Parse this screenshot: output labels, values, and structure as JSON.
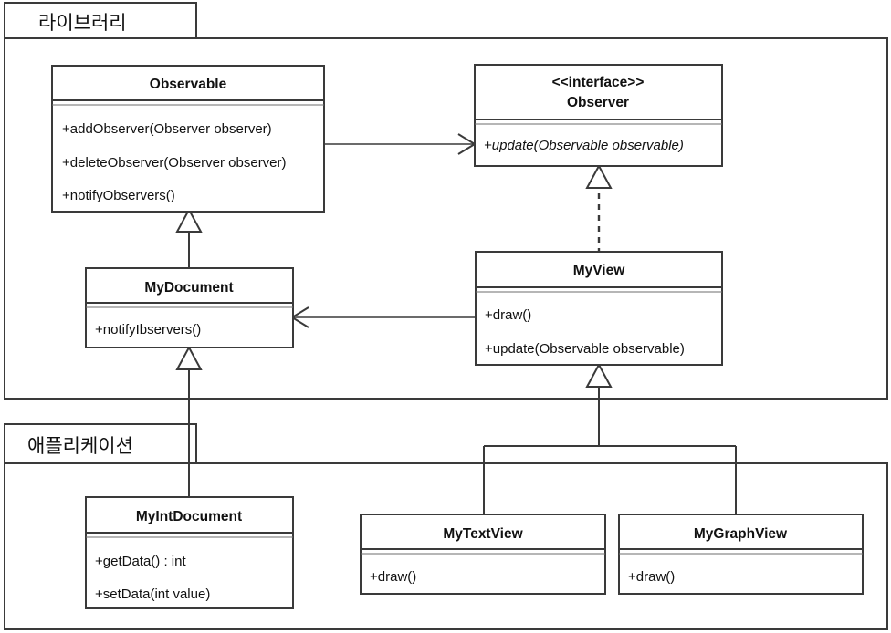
{
  "diagram": {
    "title": "Observer pattern UML class diagram",
    "stroke_color": "#3a3a3a",
    "text_color": "#111111",
    "background": "#ffffff"
  },
  "packages": [
    {
      "id": "library",
      "label": "라이브러리"
    },
    {
      "id": "application",
      "label": "애플리케이션"
    }
  ],
  "classes": [
    {
      "id": "observable",
      "name": "Observable",
      "stereotype": "",
      "members": [
        "+addObserver(Observer observer)",
        "+deleteObserver(Observer observer)",
        "+notifyObservers()"
      ]
    },
    {
      "id": "observer",
      "name": "Observer",
      "stereotype": "<<interface>>",
      "members": [
        "+update(Observable observable)"
      ]
    },
    {
      "id": "mydocument",
      "name": "MyDocument",
      "stereotype": "",
      "members": [
        "+notifyIbservers()"
      ]
    },
    {
      "id": "myview",
      "name": "MyView",
      "stereotype": "",
      "members": [
        "+draw()",
        "+update(Observable observable)"
      ]
    },
    {
      "id": "myintdocument",
      "name": "MyIntDocument",
      "stereotype": "",
      "members": [
        "+getData() : int",
        "+setData(int value)"
      ]
    },
    {
      "id": "mytextview",
      "name": "MyTextView",
      "stereotype": "",
      "members": [
        "+draw()"
      ]
    },
    {
      "id": "mygraphview",
      "name": "MyGraphView",
      "stereotype": "",
      "members": [
        "+draw()"
      ]
    }
  ],
  "relationships": [
    {
      "id": "observable-to-observer",
      "type": "association",
      "from": "Observable",
      "to": "Observer"
    },
    {
      "id": "myview-realizes-observer",
      "type": "realization",
      "from": "MyView",
      "to": "Observer"
    },
    {
      "id": "mydocument-extends-observable",
      "type": "generalization",
      "from": "MyDocument",
      "to": "Observable"
    },
    {
      "id": "myview-to-mydocument",
      "type": "association",
      "from": "MyView",
      "to": "MyDocument"
    },
    {
      "id": "myintdocument-extends-mydocument",
      "type": "generalization",
      "from": "MyIntDocument",
      "to": "MyDocument"
    },
    {
      "id": "mytextview-extends-myview",
      "type": "generalization",
      "from": "MyTextView",
      "to": "MyView"
    },
    {
      "id": "mygraphview-extends-myview",
      "type": "generalization",
      "from": "MyGraphView",
      "to": "MyView"
    }
  ]
}
